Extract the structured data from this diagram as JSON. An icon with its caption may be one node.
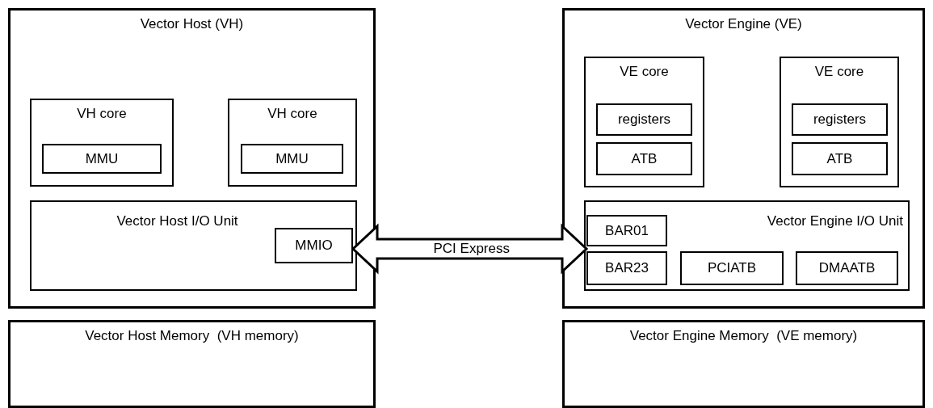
{
  "diagram": {
    "nodes": [
      {
        "text": [
          "Vector Host (VH)"
        ]
      },
      {
        "text": [
          "VH core"
        ],
        "in": 0
      },
      {
        "text": [
          "MMU"
        ],
        "in": 1
      },
      {
        "text": [
          "VH core"
        ],
        "in": 0
      },
      {
        "text": [
          "MMU"
        ],
        "in": 3
      },
      {
        "text": [
          "Vector Host I/O Unit"
        ],
        "in": 0
      },
      {
        "text": [
          "MMIO"
        ],
        "in": 5
      },
      {
        "text": [
          "Vector Engine (VE)"
        ]
      },
      {
        "text": [
          "VE core"
        ],
        "in": 7
      },
      {
        "text": [
          "registers"
        ],
        "in": 8
      },
      {
        "text": [
          "ATB"
        ],
        "in": 8
      },
      {
        "text": [
          "VE core"
        ],
        "in": 7
      },
      {
        "text": [
          "registers"
        ],
        "in": 11
      },
      {
        "text": [
          "ATB"
        ],
        "in": 11
      },
      {
        "text": [
          "Vector Engine I/O Unit"
        ],
        "in": 7
      },
      {
        "text": [
          "BAR01"
        ],
        "in": 14
      },
      {
        "text": [
          "BAR23"
        ],
        "in": 14
      },
      {
        "text": [
          "PCIATB"
        ],
        "in": 14
      },
      {
        "text": [
          "DMAATB"
        ],
        "in": 14
      },
      {
        "text": [
          "Vector Host Memory  (VH memory)"
        ]
      },
      {
        "text": [
          "Vector Engine Memory  (VE memory)"
        ]
      }
    ],
    "edges": [
      {
        "from": 6,
        "to": 14,
        "arrow": "both",
        "label": "PCI Express",
        "style": "thick"
      }
    ]
  }
}
